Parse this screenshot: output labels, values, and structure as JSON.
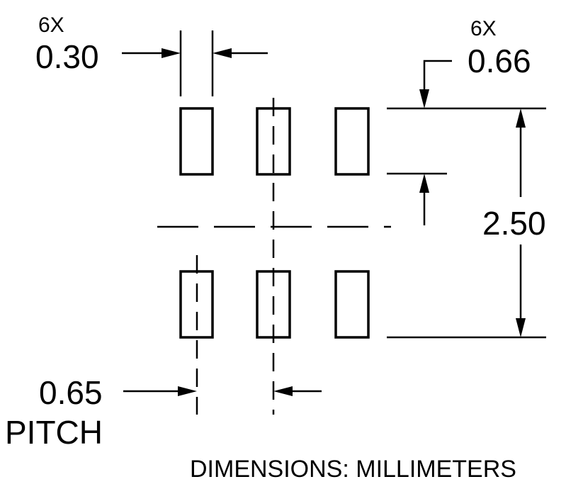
{
  "labels": {
    "width_count": "6X",
    "width_value": "0.30",
    "height_count": "6X",
    "height_value": "0.66",
    "span_value": "2.50",
    "pitch_value": "0.65",
    "pitch_label": "PITCH",
    "units_note": "DIMENSIONS: MILLIMETERS"
  }
}
